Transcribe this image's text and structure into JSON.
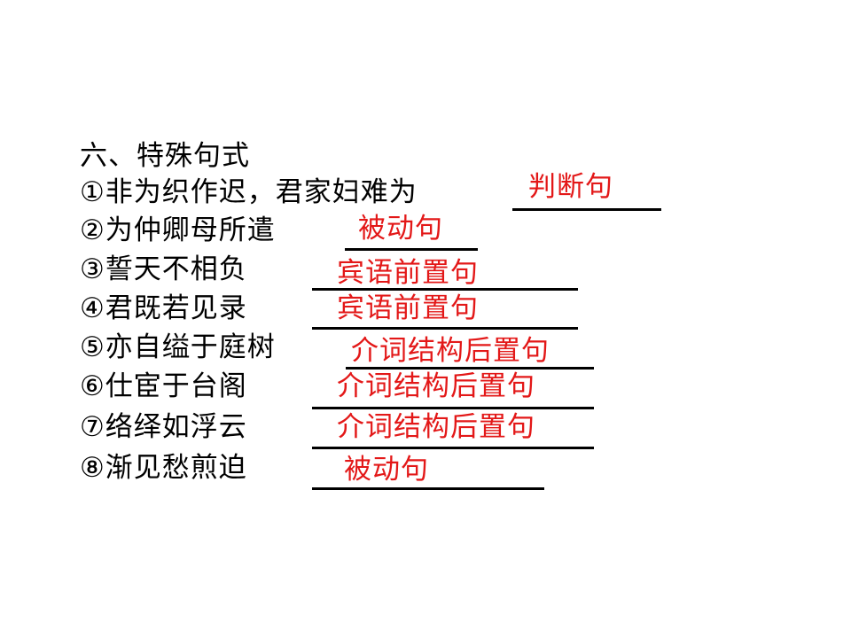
{
  "heading": "六、特殊句式",
  "items": [
    {
      "question": "①非为织作迟，君家妇难为",
      "answer": "判断句"
    },
    {
      "question": "②为仲卿母所遣",
      "answer": "被动句"
    },
    {
      "question": "③誓天不相负",
      "answer": "宾语前置句"
    },
    {
      "question": "④君既若见录",
      "answer": "宾语前置句"
    },
    {
      "question": "⑤亦自缢于庭树",
      "answer": "介词结构后置句"
    },
    {
      "question": "⑥仕宦于台阁",
      "answer": "介词结构后置句"
    },
    {
      "question": "⑦络绎如浮云",
      "answer": "介词结构后置句"
    },
    {
      "question": "⑧渐见愁煎迫",
      "answer": "被动句"
    }
  ],
  "colors": {
    "text": "#000000",
    "answer": "#e31818",
    "underline": "#000000"
  }
}
